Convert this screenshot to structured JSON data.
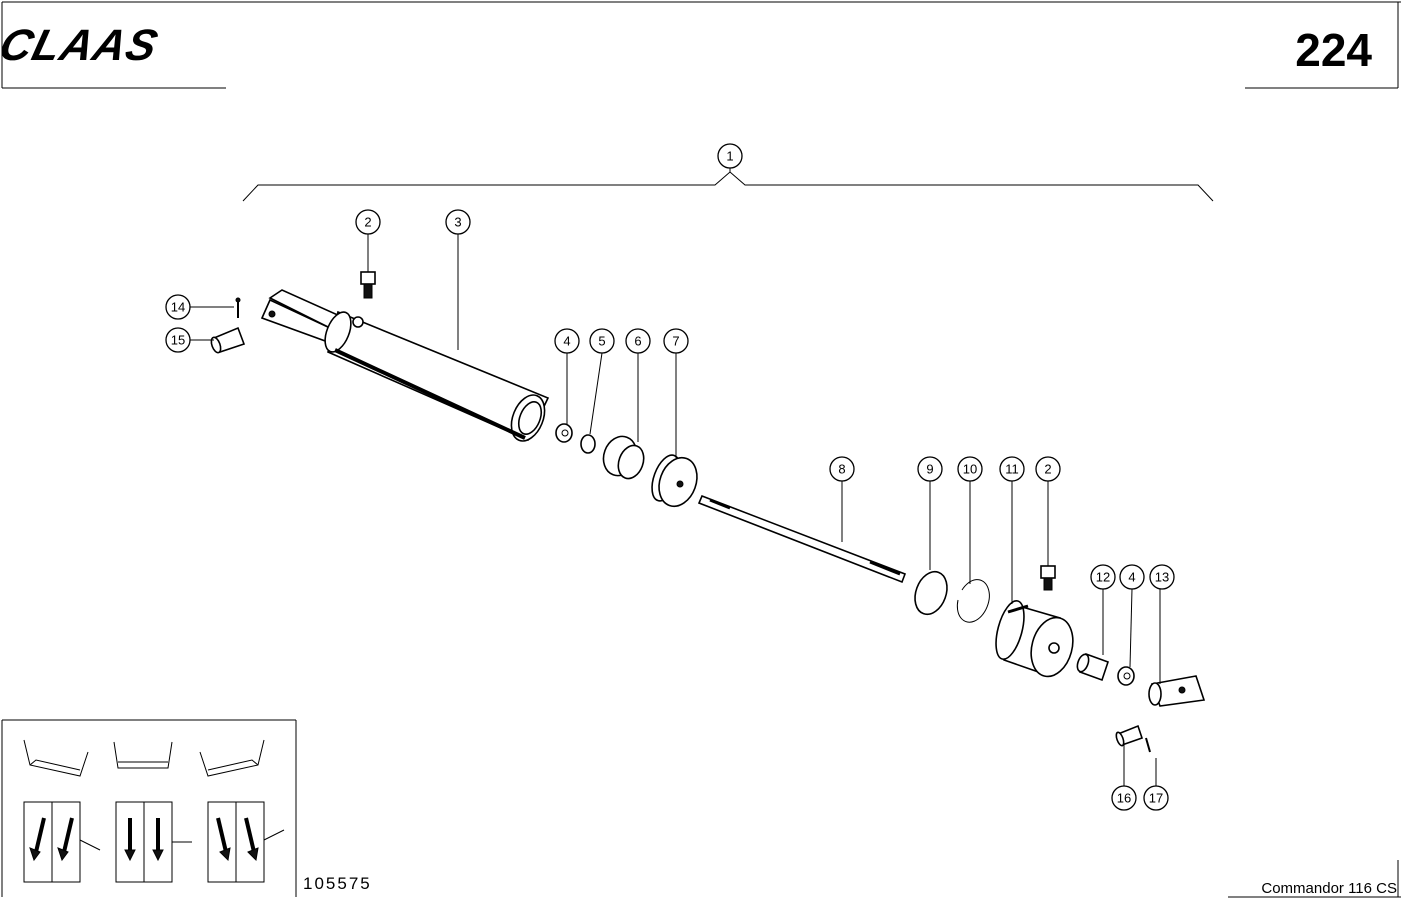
{
  "header": {
    "brand": "CLAAS",
    "page_number": "224"
  },
  "callouts": [
    {
      "id": "c1",
      "label": "1"
    },
    {
      "id": "c2a",
      "label": "2"
    },
    {
      "id": "c3",
      "label": "3"
    },
    {
      "id": "c4a",
      "label": "4"
    },
    {
      "id": "c5",
      "label": "5"
    },
    {
      "id": "c6",
      "label": "6"
    },
    {
      "id": "c7",
      "label": "7"
    },
    {
      "id": "c8",
      "label": "8"
    },
    {
      "id": "c9",
      "label": "9"
    },
    {
      "id": "c10",
      "label": "10"
    },
    {
      "id": "c11",
      "label": "11"
    },
    {
      "id": "c2b",
      "label": "2"
    },
    {
      "id": "c12",
      "label": "12"
    },
    {
      "id": "c4b",
      "label": "4"
    },
    {
      "id": "c13",
      "label": "13"
    },
    {
      "id": "c14",
      "label": "14"
    },
    {
      "id": "c15",
      "label": "15"
    },
    {
      "id": "c16",
      "label": "16"
    },
    {
      "id": "c17",
      "label": "17"
    }
  ],
  "footer": {
    "drawing_number": "105575",
    "model": "Commandor 116 CS"
  }
}
